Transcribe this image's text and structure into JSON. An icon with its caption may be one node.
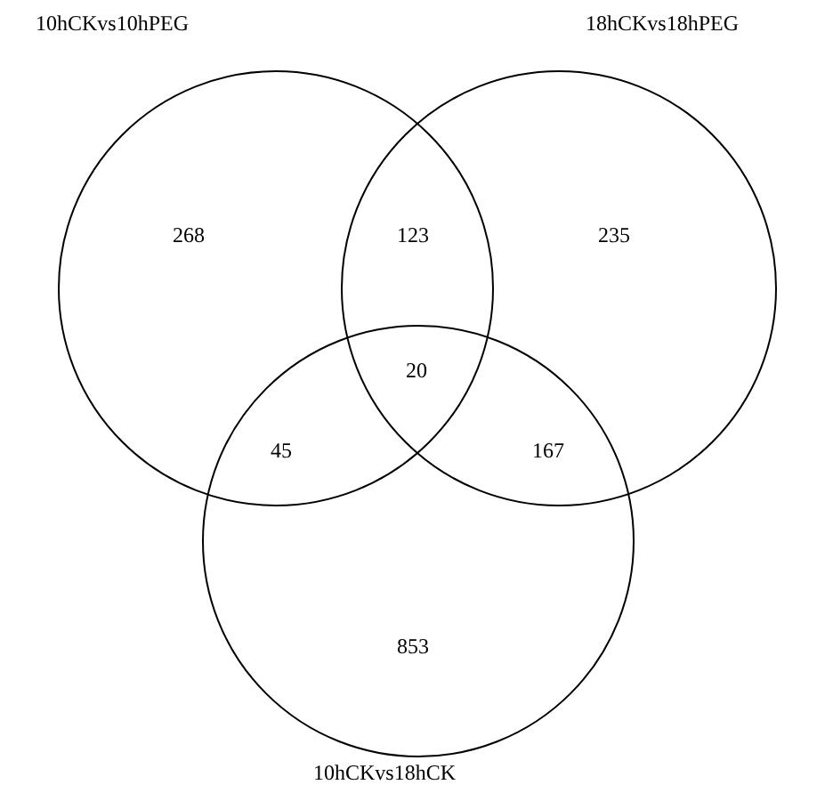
{
  "diagram": {
    "nodes": [
      {
        "text": [
          "10hCKvs10hPEG"
        ]
      },
      {
        "text": [
          "18hCKvs18hPEG"
        ]
      },
      {
        "text": [
          "10hCKvs18hCK"
        ]
      }
    ],
    "labels": [
      "268",
      "123",
      "235",
      "20",
      "45",
      "167",
      "853"
    ]
  }
}
